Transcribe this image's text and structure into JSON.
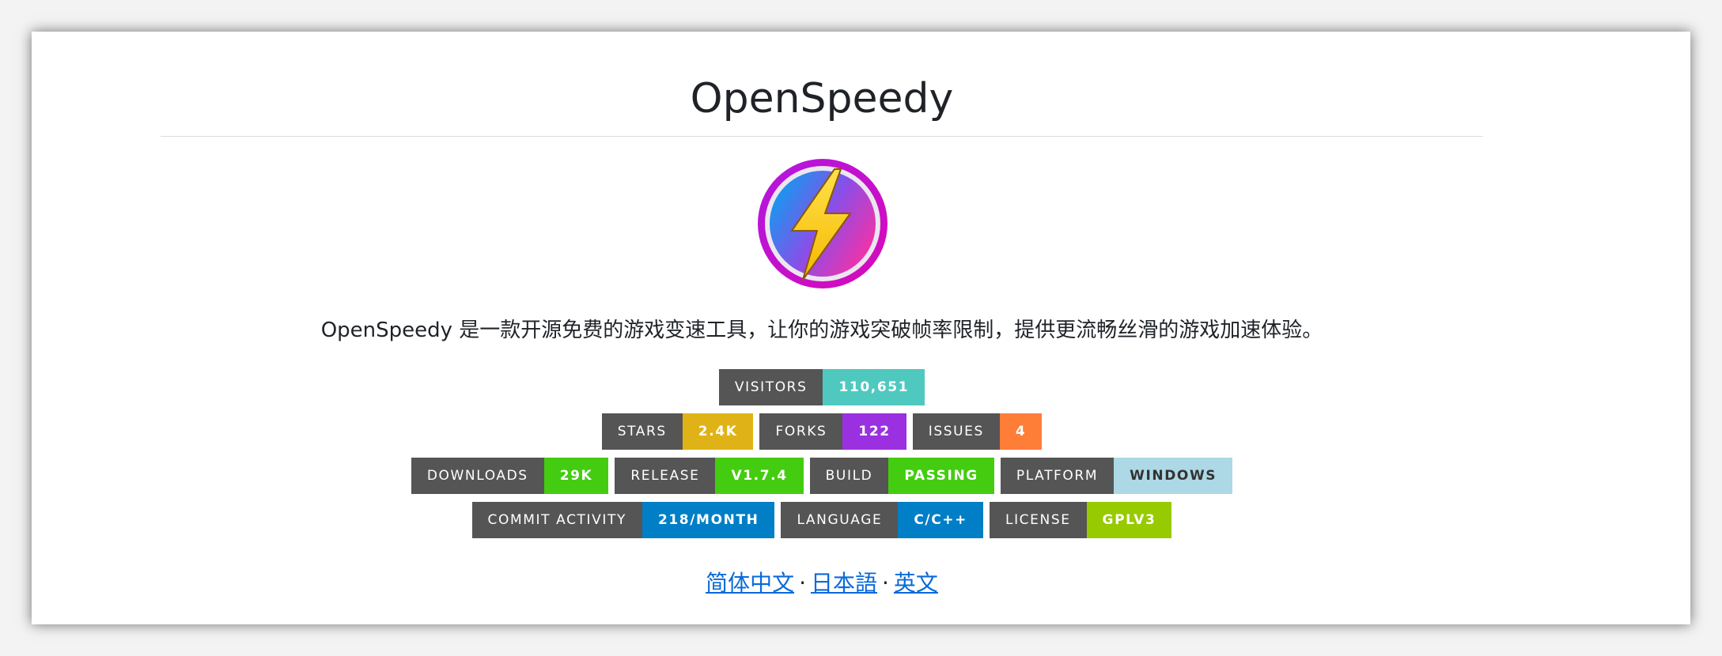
{
  "header": {
    "title": "OpenSpeedy"
  },
  "logo": {
    "icon": "lightning-bolt-icon",
    "ring_color": "#c010d0",
    "gradient": [
      "#1a9cf0",
      "#ff2fa8"
    ],
    "bolt_color": "#ffd21f"
  },
  "description": "OpenSpeedy 是一款开源免费的游戏变速工具，让你的游戏突破帧率限制，提供更流畅丝滑的游戏加速体验。",
  "badges": {
    "visitors": {
      "label": "VISITORS",
      "value": "110,651",
      "color": "#4fc9c0"
    },
    "stars": {
      "label": "STARS",
      "value": "2.4K",
      "color": "#dfb317"
    },
    "forks": {
      "label": "FORKS",
      "value": "122",
      "color": "#9b30e0"
    },
    "issues": {
      "label": "ISSUES",
      "value": "4",
      "color": "#fe7d37"
    },
    "downloads": {
      "label": "DOWNLOADS",
      "value": "29K",
      "color": "#4c1"
    },
    "release": {
      "label": "RELEASE",
      "value": "V1.7.4",
      "color": "#4c1"
    },
    "build": {
      "label": "BUILD",
      "value": "PASSING",
      "color": "#4c1"
    },
    "platform": {
      "label": "PLATFORM",
      "value": "WINDOWS",
      "color": "#add8e6",
      "value_text_color": "#333333"
    },
    "commit_activity": {
      "label": "COMMIT ACTIVITY",
      "value": "218/MONTH",
      "color": "#007ec6"
    },
    "language": {
      "label": "LANGUAGE",
      "value": "C/C++",
      "color": "#007ec6"
    },
    "license": {
      "label": "LICENSE",
      "value": "GPLV3",
      "color": "#97ca00"
    }
  },
  "languages": {
    "simplified_chinese": "简体中文",
    "separator": "·",
    "japanese": "日本語",
    "english": "英文"
  },
  "colors": {
    "link": "#0969da",
    "badge_label_bg": "#555555"
  }
}
